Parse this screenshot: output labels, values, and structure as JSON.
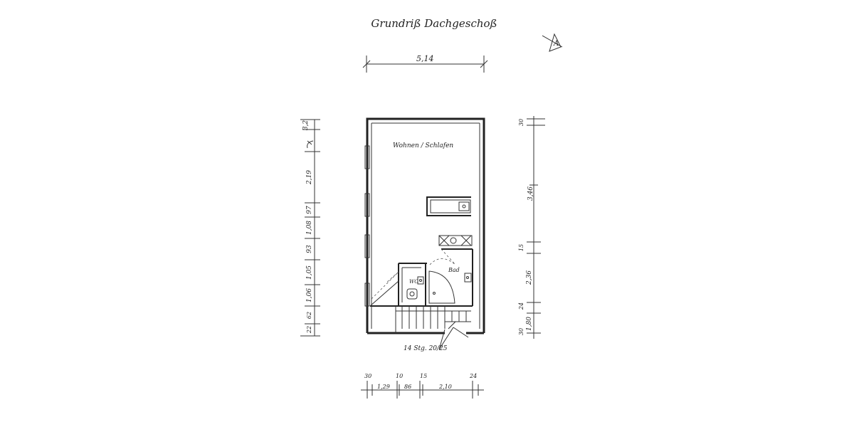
{
  "title": "Grundriß Dachgeschoß",
  "north_mark": "A",
  "rooms": {
    "living": "Wohnen / Schlafen",
    "wc": "WC",
    "bath": "Bad"
  },
  "stair_note": "14 Stg. 20/25",
  "dims": {
    "top_width": "5,14",
    "left": [
      "3,2",
      "2,19",
      "97",
      "1,08",
      "93",
      "1,05",
      "1,06",
      "62",
      "22"
    ],
    "right": [
      "30",
      "3,46",
      "15",
      "2,36",
      "24",
      "1,80",
      "30"
    ],
    "bottom_top": [
      "30",
      "10",
      "15",
      "24"
    ],
    "bottom_low": [
      "1,29",
      "86",
      "2,10"
    ]
  }
}
